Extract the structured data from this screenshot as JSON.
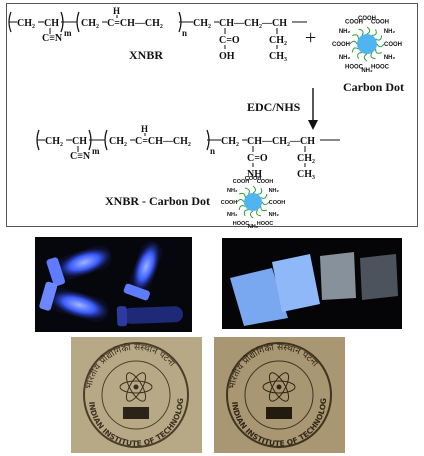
{
  "scheme": {
    "xnbr_label": "XNBR",
    "carbon_dot_label": "Carbon Dot",
    "reagent_label": "EDC/NHS",
    "product_label": "XNBR - Carbon Dot",
    "plus_sign": "+",
    "formula": {
      "ch2": "CH₂",
      "ch": "CH",
      "h": "H",
      "eq": "C=CH—CH₂",
      "cn": "C≡N",
      "m": "m",
      "n": "n",
      "c_o": "C=O",
      "oh": "OH",
      "nh": "NH",
      "ch2_b": "CH₂",
      "ch3": "CH₃",
      "ch2ch_mid": "CH—CH₂—CH"
    },
    "dot_groups": [
      "COOH",
      "COOH",
      "NH₂",
      "COOH",
      "NH₂",
      "HOOC",
      "NH₂",
      "HOOC",
      "NH₂",
      "COOH",
      "NH₂",
      "COOH"
    ]
  },
  "photos": {
    "seal_text_top": "भारतीय प्रौद्योगिकी संस्थान पटना",
    "seal_text_bottom": "INDIAN INSTITUTE OF TECHNOLOGY PATNA"
  },
  "colors": {
    "uv_blue": "#3a5cff",
    "film_blue": "#7aa8f0",
    "dot_core": "#4fb4f0",
    "dot_ligand": "#2e9d3a"
  }
}
